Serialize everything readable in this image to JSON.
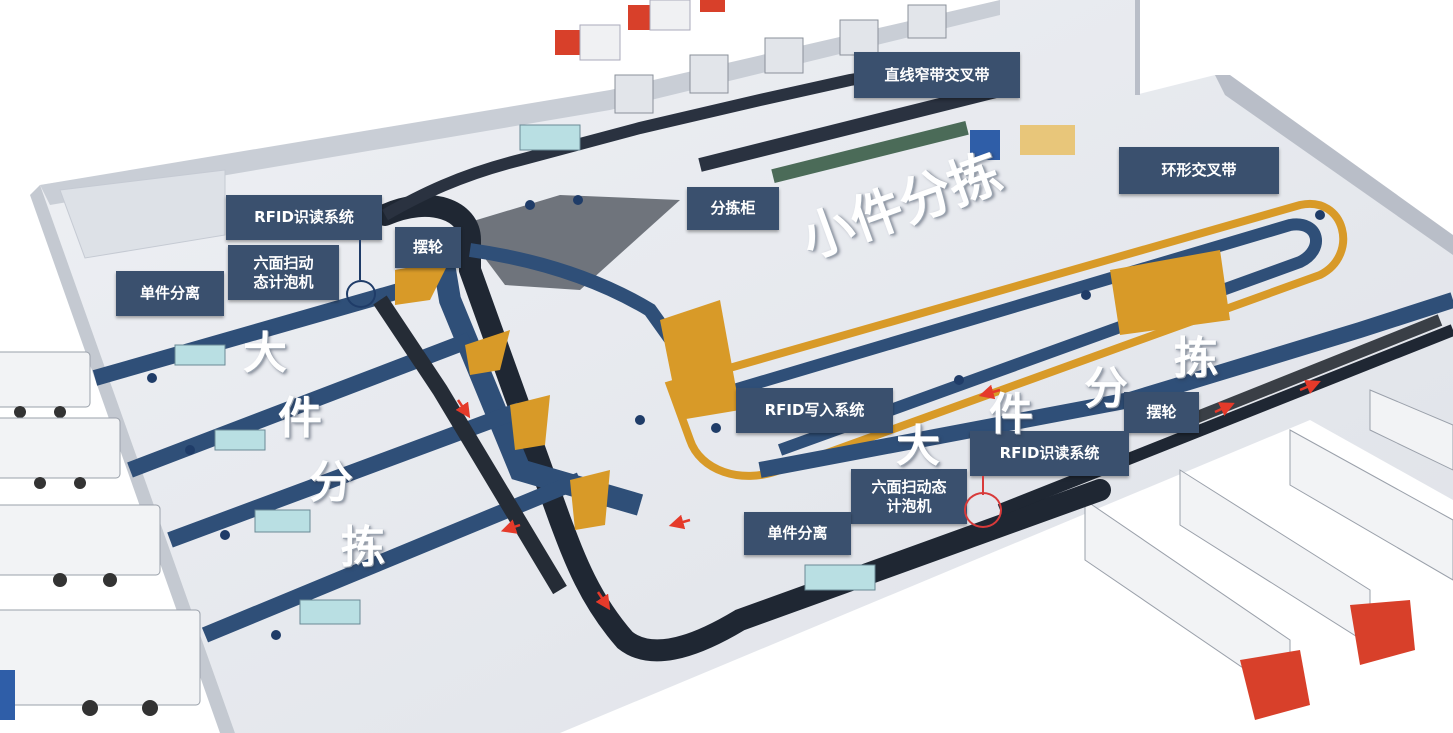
{
  "labels": {
    "linear_crossbelt": "直线窄带交叉带",
    "loop_crossbelt": "环形交叉带",
    "sorting_cabinet": "分拣柜",
    "rfid_read_left": "RFID识读系统",
    "swing_wheel_left": "摆轮",
    "six_side_scan_left": "六面扫动\n态计泡机",
    "single_separation_left": "单件分离",
    "rfid_write": "RFID写入系统",
    "swing_wheel_right": "摆轮",
    "rfid_read_right": "RFID识读系统",
    "six_side_scan_right": "六面扫动态\n计泡机",
    "single_separation_right": "单件分离"
  },
  "big_text": {
    "small_sorting": "小件分拣",
    "large_sorting_left": [
      "大",
      "件",
      "分",
      "拣"
    ],
    "large_sorting_right": [
      "大",
      "件",
      "分",
      "拣"
    ]
  },
  "colors": {
    "label_bg": "#3a506e",
    "floor": "#e7e9ee",
    "conveyor_blue": "#2f4f78",
    "conveyor_dark": "#1f2733",
    "frame_orange": "#d89a28",
    "truck_red": "#d8402a",
    "marker_left": "#1f3c68",
    "marker_right": "#d83a3a"
  }
}
